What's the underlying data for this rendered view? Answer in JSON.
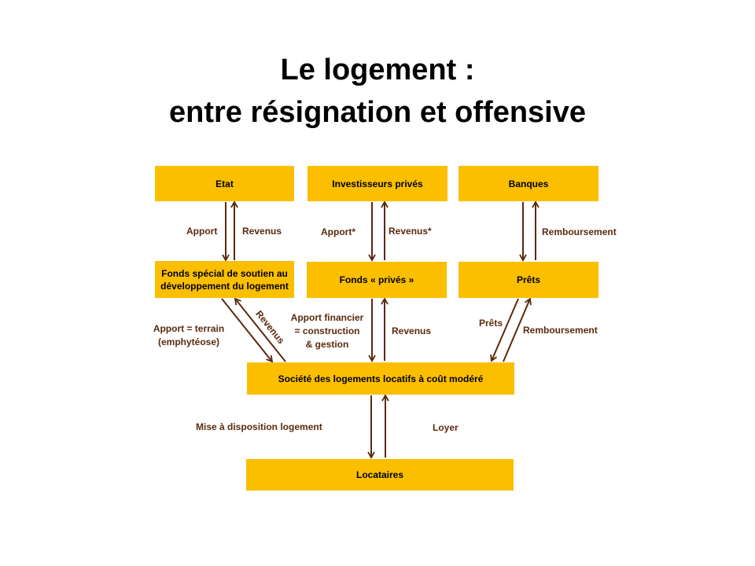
{
  "title": {
    "line1": "Le logement :",
    "line2": "entre résignation et offensive"
  },
  "boxes": {
    "etat": "Etat",
    "investisseurs": "Investisseurs privés",
    "banques": "Banques",
    "fonds_special": "Fonds spécial de soutien au développement du logement",
    "fonds_prives": "Fonds « privés »",
    "prets": "Prêts",
    "societe": "Société des logements locatifs à coût modéré",
    "locataires": "Locataires"
  },
  "labels": {
    "etat_apport": "Apport",
    "etat_revenus": "Revenus",
    "inv_apport": "Apport*",
    "inv_revenus": "Revenus*",
    "banques_remboursement": "Remboursement",
    "fonds_apport_terrain_1": "Apport = terrain",
    "fonds_apport_terrain_2": "(emphytéose)",
    "fonds_revenus": "Revenus",
    "prives_apport_1": "Apport financier",
    "prives_apport_2": "= construction",
    "prives_apport_3": "& gestion",
    "prives_revenus": "Revenus",
    "prets_prets": "Prêts",
    "prets_remboursement": "Remboursement",
    "mise_a_disposition": "Mise à disposition logement",
    "loyer": "Loyer"
  },
  "colors": {
    "box_fill": "#fbbf00",
    "arrow": "#5a2a0e",
    "title": "#000000"
  }
}
